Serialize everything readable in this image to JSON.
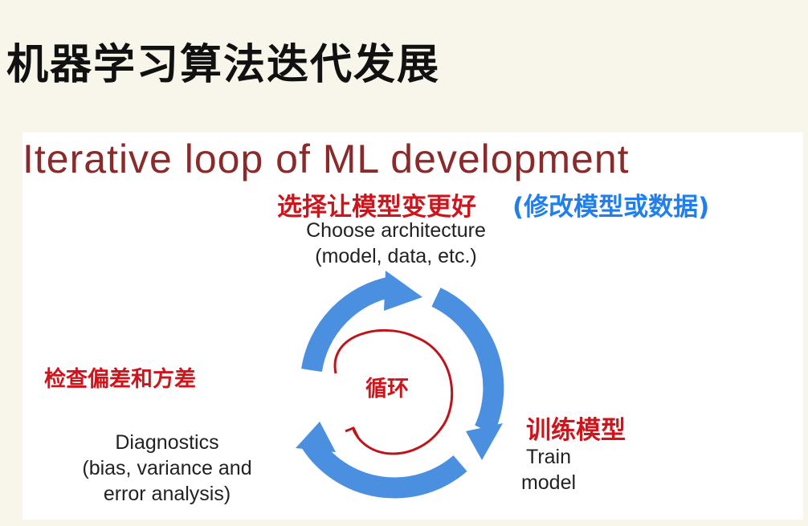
{
  "notes": {
    "title": "机器学习算法迭代发展",
    "choose_note": "选择让模型变更好",
    "choose_note_paren": "(修改模型或数据)",
    "diagnostics_note": "检查偏差和方差",
    "loop_note": "循环",
    "train_note": "训练模型"
  },
  "slide": {
    "title": "Iterative loop of ML development",
    "choose": [
      "Choose architecture",
      "(model, data, etc.)"
    ],
    "train": [
      "Train",
      "model"
    ],
    "diagnostics": [
      "Diagnostics",
      "(bias, variance and",
      "error analysis)"
    ]
  },
  "colors": {
    "arrow": "#4a8fe0",
    "note_red": "#d0141b",
    "note_blue": "#1f7ff0",
    "title": "#8a2a2a"
  }
}
